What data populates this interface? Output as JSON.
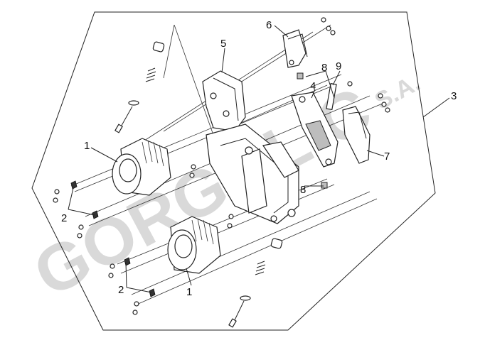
{
  "watermark": {
    "brand": "GORGOLIC",
    "suffix": "S.A."
  },
  "callouts": {
    "c1_top": "1",
    "c1_bottom": "1",
    "c2_top": "2",
    "c2_bottom": "2",
    "c3": "3",
    "c4": "4",
    "c5": "5",
    "c6": "6",
    "c7": "7",
    "c8_top": "8",
    "c8_bottom": "8",
    "c9": "9"
  },
  "colors": {
    "line": "#222222",
    "watermark": "#d9d9d9",
    "background": "#ffffff"
  }
}
